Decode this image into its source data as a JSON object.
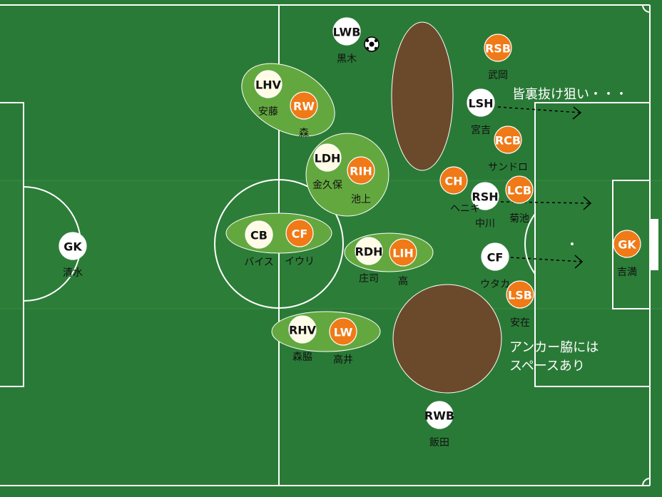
{
  "colors": {
    "pitch": "#2a7a37",
    "line": "#ffffff",
    "home": "#ffffff",
    "home_light": "#fffbe6",
    "away": "#ef7a17",
    "group_fill": "#63a83f",
    "space_fill": "#6b4a2b"
  },
  "players": [
    {
      "id": "gk_left",
      "role": "GK",
      "name": "清水",
      "team": "home"
    },
    {
      "id": "lwb",
      "role": "LWB",
      "name": "黒木",
      "team": "home"
    },
    {
      "id": "lhv",
      "role": "LHV",
      "name": "安藤",
      "team": "home_light"
    },
    {
      "id": "ldh",
      "role": "LDH",
      "name": "金久保",
      "team": "home_light"
    },
    {
      "id": "cb",
      "role": "CB",
      "name": "バイス",
      "team": "home_light"
    },
    {
      "id": "rdh",
      "role": "RDH",
      "name": "庄司",
      "team": "home_light"
    },
    {
      "id": "rhv",
      "role": "RHV",
      "name": "森脇",
      "team": "home_light"
    },
    {
      "id": "rwb",
      "role": "RWB",
      "name": "飯田",
      "team": "home"
    },
    {
      "id": "lsh",
      "role": "LSH",
      "name": "宮吉",
      "team": "home"
    },
    {
      "id": "rsh",
      "role": "RSH",
      "name": "中川",
      "team": "home"
    },
    {
      "id": "cf_white",
      "role": "CF",
      "name": "ウタカ",
      "team": "home"
    },
    {
      "id": "rw",
      "role": "RW",
      "name": "森",
      "team": "away"
    },
    {
      "id": "rih",
      "role": "RIH",
      "name": "池上",
      "team": "away"
    },
    {
      "id": "cf_orange",
      "role": "CF",
      "name": "イウリ",
      "team": "away"
    },
    {
      "id": "lih",
      "role": "LIH",
      "name": "高",
      "team": "away"
    },
    {
      "id": "lw",
      "role": "LW",
      "name": "高井",
      "team": "away"
    },
    {
      "id": "ch",
      "role": "CH",
      "name": "ヘニキ",
      "team": "away"
    },
    {
      "id": "rsb",
      "role": "RSB",
      "name": "武岡",
      "team": "away"
    },
    {
      "id": "rcb",
      "role": "RCB",
      "name": "サンドロ",
      "team": "away"
    },
    {
      "id": "lcb",
      "role": "LCB",
      "name": "菊池",
      "team": "away"
    },
    {
      "id": "lsb",
      "role": "LSB",
      "name": "安在",
      "team": "away"
    },
    {
      "id": "gk_right",
      "role": "GK",
      "name": "吉満",
      "team": "away"
    }
  ],
  "annotations": {
    "runs": "皆裏抜け狙い・・・",
    "space_line1": "アンカー脇には",
    "space_line2": "スペースあり"
  },
  "icons": {
    "ball": "soccer-ball-icon"
  }
}
